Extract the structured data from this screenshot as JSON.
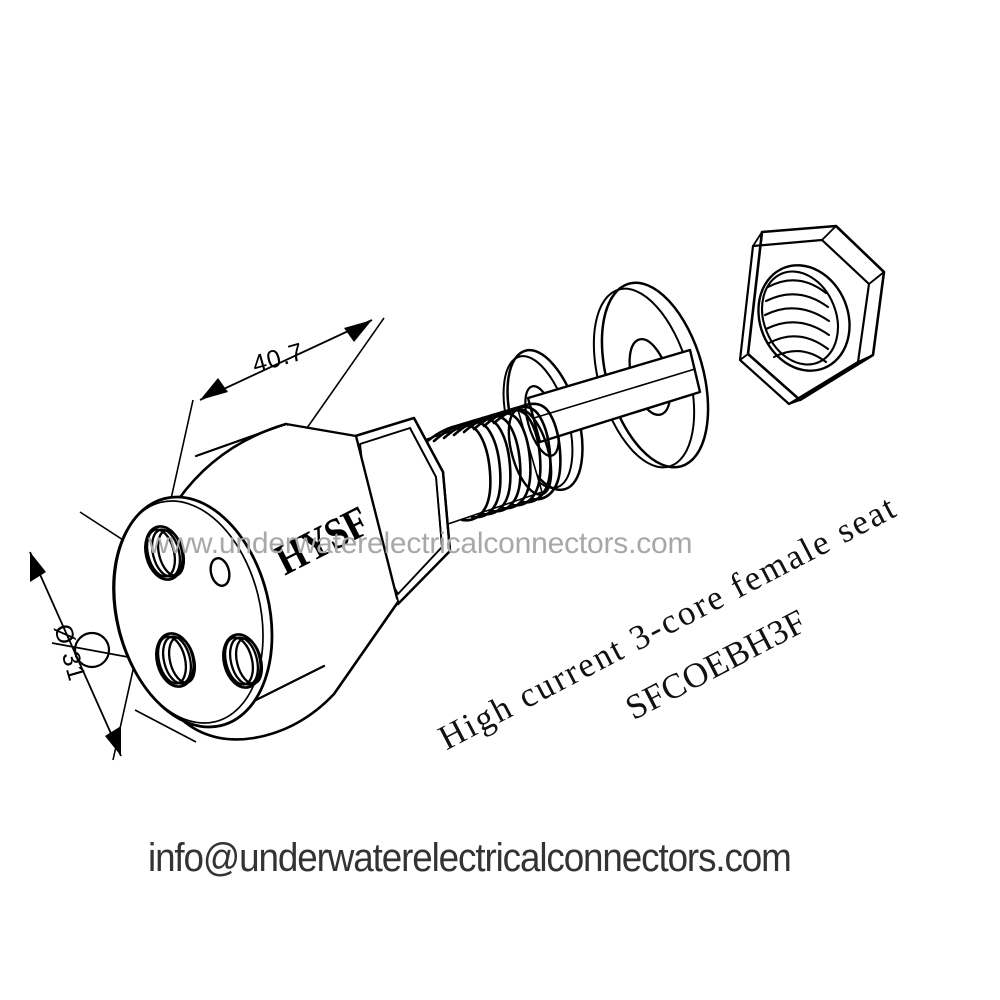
{
  "drawing": {
    "type": "isometric-technical-drawing",
    "subject": "underwater electrical connector female bulkhead seat",
    "background_color": "#ffffff",
    "line_color": "#000000"
  },
  "dimensions": {
    "length": "40.7",
    "diameter": "Ø 31"
  },
  "labels": {
    "description": "High current 3-core female seat",
    "part_number": "SFCOEBH3F",
    "brand_logo": "HYSF"
  },
  "watermark": {
    "text": "www.underwaterelectricalconnectors.com",
    "color": "#a8a8a8"
  },
  "footer": {
    "email": "info@underwaterelectricalconnectors.com",
    "color": "#333333"
  },
  "components": [
    {
      "name": "connector-body",
      "description": "cylindrical body with 3-socket face"
    },
    {
      "name": "socket-face",
      "description": "face with three large contact sockets and one small alignment hole"
    },
    {
      "name": "hex-flange",
      "description": "hexagonal wrench flange"
    },
    {
      "name": "threaded-barrel",
      "description": "externally threaded barrel"
    },
    {
      "name": "o-ring",
      "description": "sealing o-ring"
    },
    {
      "name": "flat-washer",
      "description": "flat washer"
    },
    {
      "name": "hex-nut",
      "description": "hexagonal lock nut with internal thread"
    }
  ]
}
